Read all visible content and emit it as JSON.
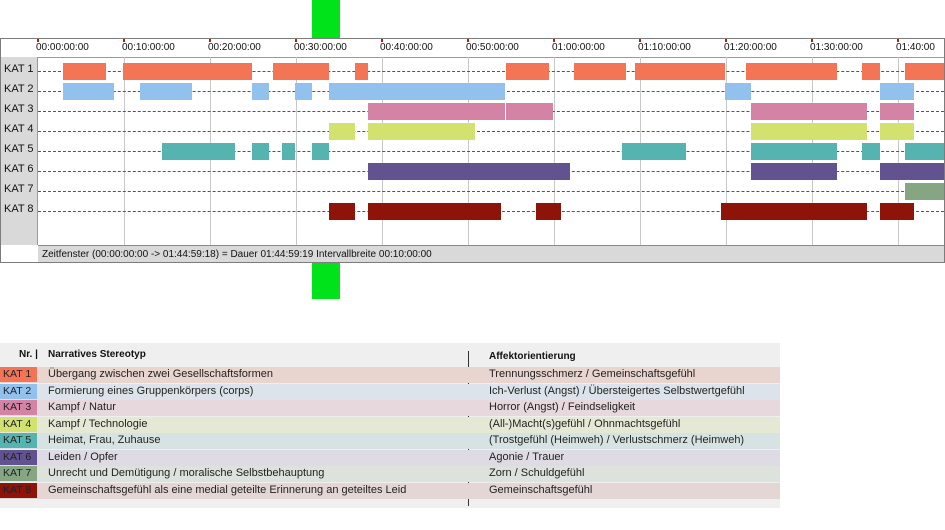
{
  "timeline": {
    "ticks": [
      "00:00:00:00",
      "00:10:00:00",
      "00:20:00:00",
      "00:30:00:00",
      "00:40:00:00",
      "00:50:00:00",
      "01:00:00:00",
      "01:10:00:00",
      "01:20:00:00",
      "01:30:00:00",
      "01:40:00"
    ],
    "rows": [
      "KAT 1",
      "KAT 2",
      "KAT 3",
      "KAT 4",
      "KAT 5",
      "KAT 6",
      "KAT 7",
      "KAT 8"
    ],
    "colors": [
      "#f37555",
      "#92c1ee",
      "#d483a4",
      "#d3e26e",
      "#55b3b0",
      "#62528f",
      "#86a583",
      "#8e1309"
    ],
    "segments": [
      [
        [
          1,
          6
        ],
        [
          8,
          23
        ],
        [
          25.5,
          32
        ],
        [
          35,
          36.5
        ],
        [
          52.5,
          57.5
        ],
        [
          60.5,
          66.5
        ],
        [
          67.5,
          78
        ],
        [
          80.5,
          91
        ],
        [
          94,
          96
        ],
        [
          99,
          104.98
        ]
      ],
      [
        [
          1,
          7
        ],
        [
          10,
          16
        ],
        [
          23,
          25
        ],
        [
          28,
          30
        ],
        [
          32,
          52.5
        ],
        [
          78,
          81
        ],
        [
          96,
          100
        ]
      ],
      [
        [
          36.5,
          52.5
        ],
        [
          52.5,
          58
        ],
        [
          81,
          94.5
        ],
        [
          96,
          100
        ]
      ],
      [
        [
          32,
          35
        ],
        [
          36.5,
          49
        ],
        [
          81,
          94.5
        ],
        [
          96,
          100
        ]
      ],
      [
        [
          12.5,
          21
        ],
        [
          23,
          25
        ],
        [
          26.5,
          28
        ],
        [
          30,
          32
        ],
        [
          66,
          73.5
        ],
        [
          81,
          91
        ],
        [
          94,
          96
        ],
        [
          99,
          104.98
        ]
      ],
      [
        [
          36.5,
          60
        ],
        [
          81,
          91
        ],
        [
          96,
          104.98
        ]
      ],
      [
        [
          99,
          104.98
        ]
      ],
      [
        [
          32,
          35
        ],
        [
          36.5,
          52
        ],
        [
          56,
          59
        ],
        [
          77.5,
          94.5
        ],
        [
          96,
          100
        ]
      ]
    ],
    "status_text": "Zeitfenster (00:00:00:00 -> 01:44:59:18) = Dauer 01:44:59:19    Intervallbreite 00:10:00:00"
  },
  "legend": {
    "header_nr": "Nr. |",
    "header_stereotype": "Narratives Stereotyp",
    "header_affect": "Affektorientierung",
    "rows": [
      {
        "kat": "KAT 1",
        "stereotype": "Übergang zwischen zwei Gesellschaftsformen",
        "affect": "Trennungsschmerz / Gemeinschaftsgefühl",
        "color": "#f37555",
        "bg": "#e8d5d0"
      },
      {
        "kat": "KAT 2",
        "stereotype": "Formierung eines Gruppenkörpers (corps)",
        "affect": "Ich-Verlust (Angst) / Übersteigertes Selbstwertgefühl",
        "color": "#92c1ee",
        "bg": "#dde3ea"
      },
      {
        "kat": "KAT 3",
        "stereotype": "Kampf / Natur",
        "affect": "Horror (Angst) / Feindseligkeit",
        "color": "#d483a4",
        "bg": "#e7d8de"
      },
      {
        "kat": "KAT 4",
        "stereotype": "Kampf / Technologie",
        "affect": "(All-)Macht(s)gefühl / Ohnmachtsgefühl",
        "color": "#d3e26e",
        "bg": "#e6e8d6"
      },
      {
        "kat": "KAT 5",
        "stereotype": "Heimat, Frau, Zuhause",
        "affect": "(Trostgefühl (Heimweh) / Verlustschmerz (Heimweh)",
        "color": "#55b3b0",
        "bg": "#d6e3e2"
      },
      {
        "kat": "KAT 6",
        "stereotype": "Leiden / Opfer",
        "affect": "Agonie / Trauer",
        "color": "#62528f",
        "bg": "#dedbe4"
      },
      {
        "kat": "KAT 7",
        "stereotype": "Unrecht und Demütigung / moralische Selbstbehauptung",
        "affect": "Zorn / Schuldgefühl",
        "color": "#86a583",
        "bg": "#dde2dc"
      },
      {
        "kat": "KAT 8",
        "stereotype": "Gemeinschaftsgefühl als eine medial geteilte Erinnerung an geteiltes Leid",
        "affect": "Gemeinschaftsgefühl",
        "color": "#8e1309",
        "bg": "#e3d6d5"
      }
    ]
  }
}
